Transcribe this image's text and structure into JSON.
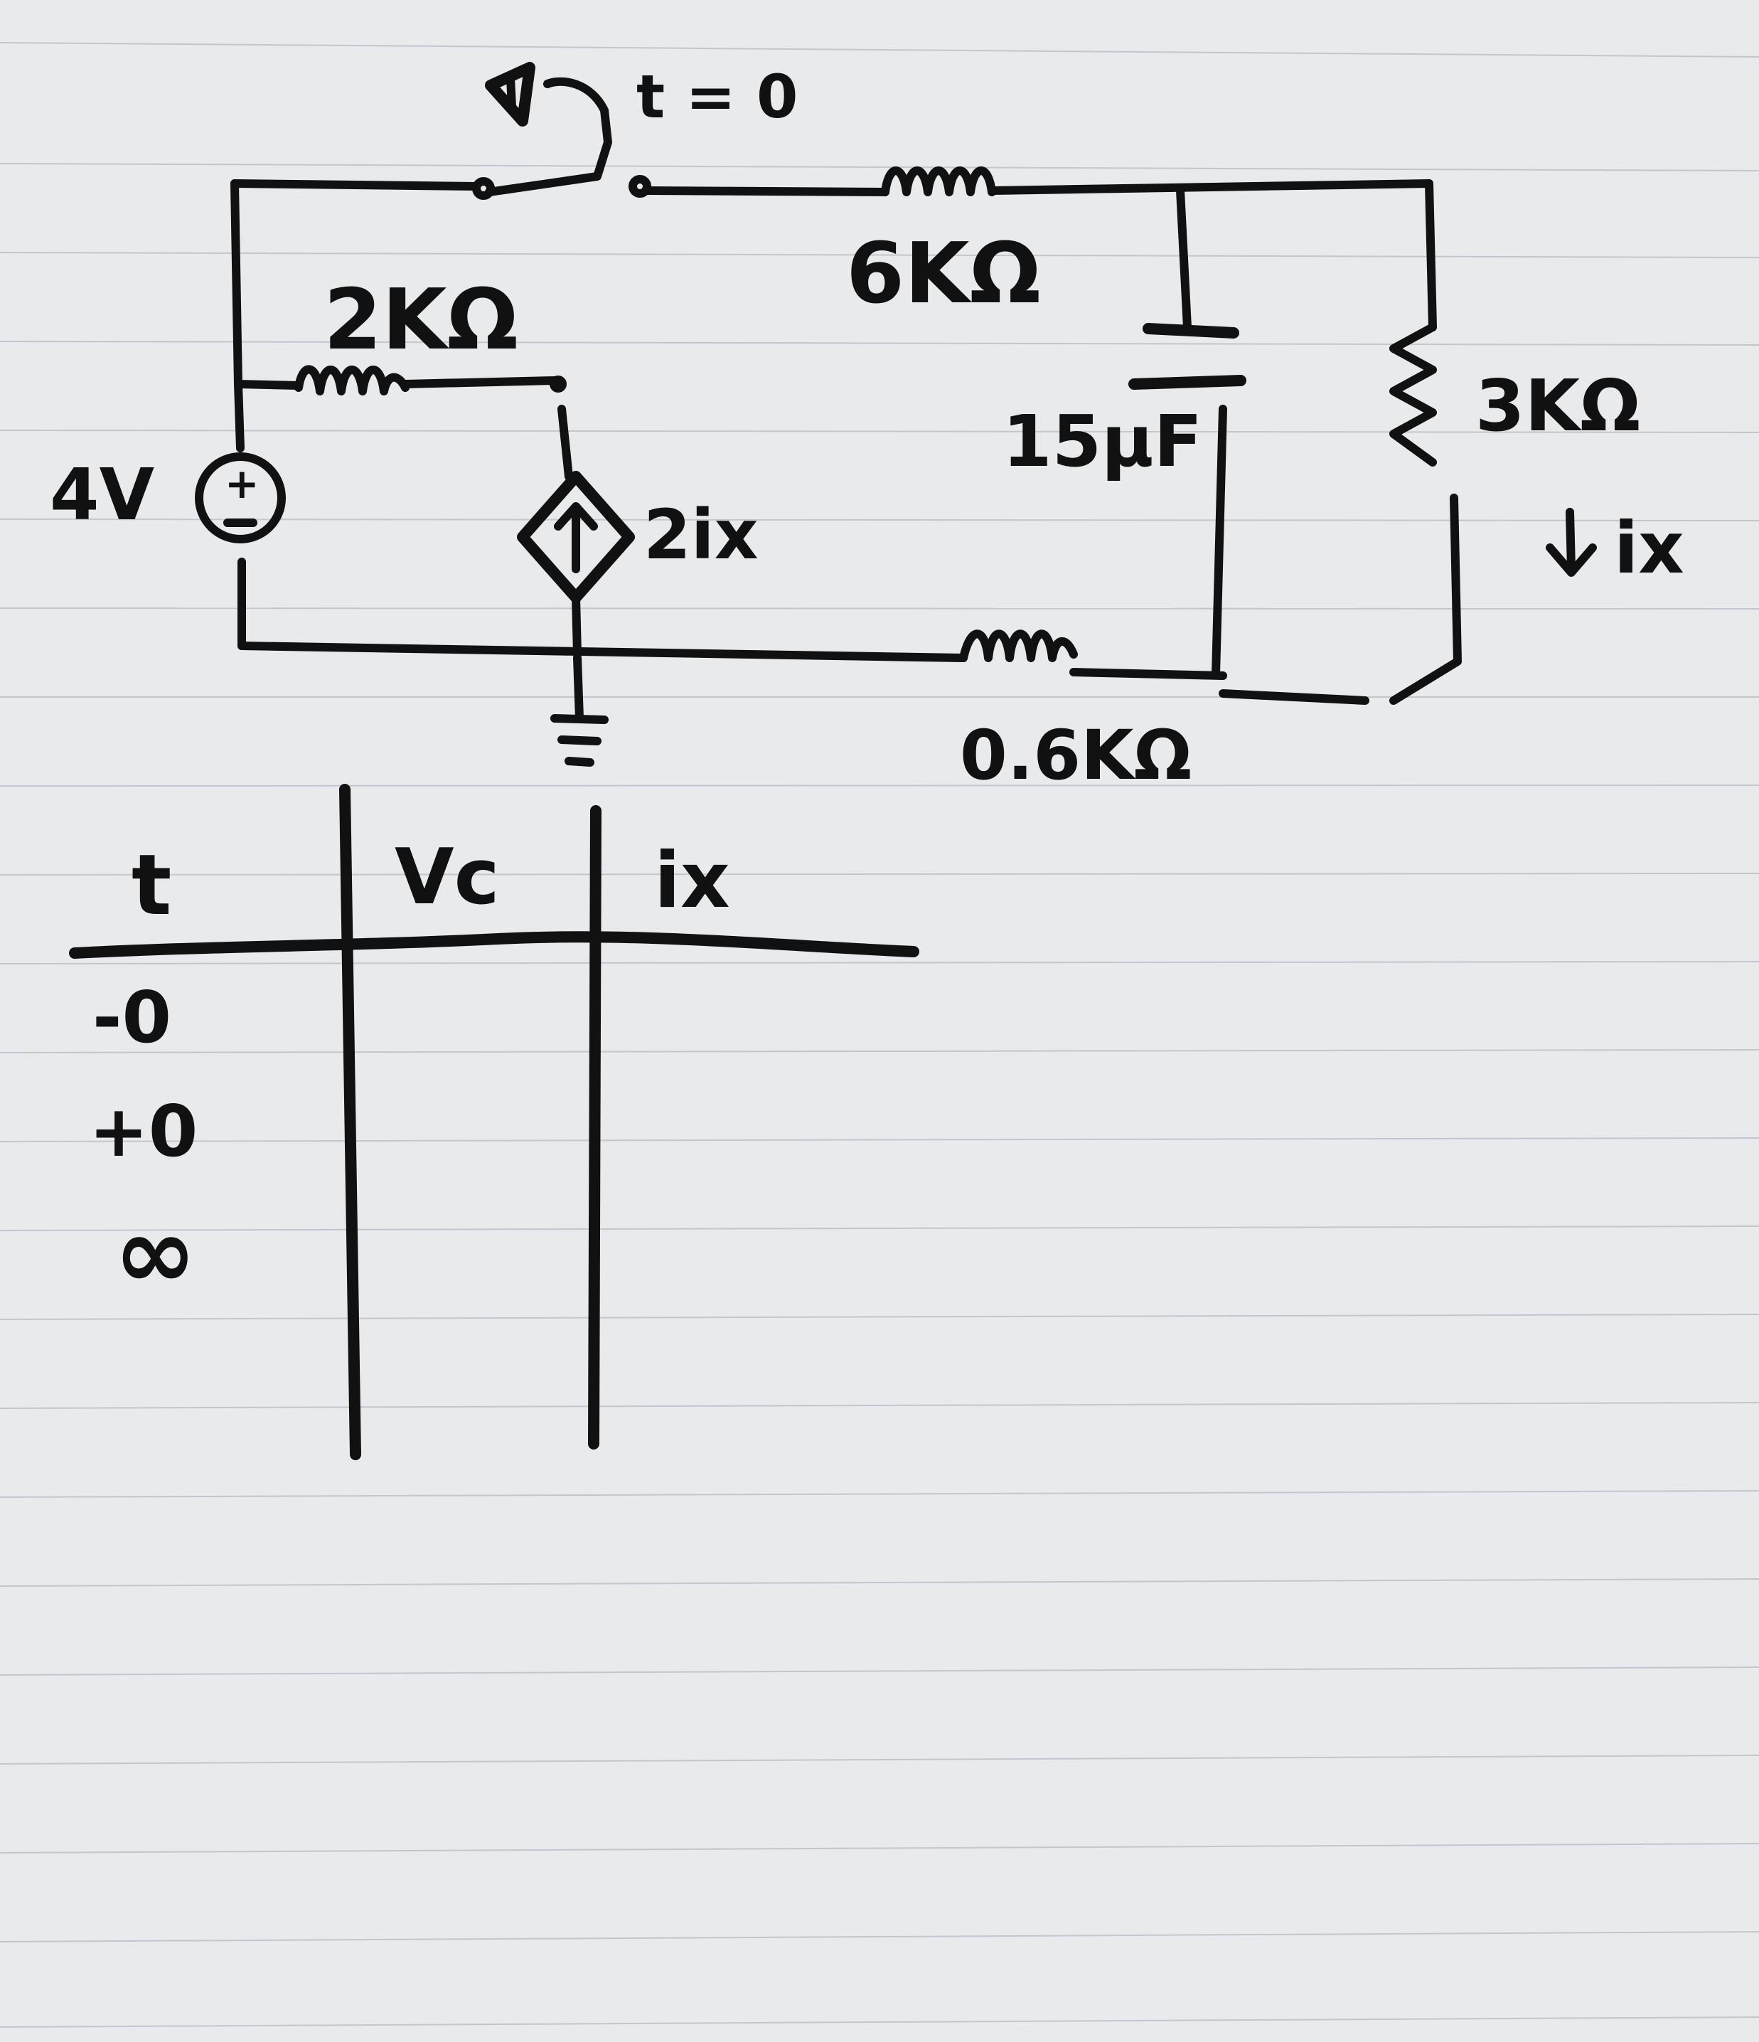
{
  "circuit": {
    "switch_label": "t = 0",
    "source_label": "4V",
    "resistor_2k_label": "2KΩ",
    "resistor_6k_label": "6KΩ",
    "capacitor_label": "15μF",
    "resistor_3k_label": "3KΩ",
    "resistor_06k_label": "0.6KΩ",
    "dependent_source_label": "2ix",
    "current_label": "ix"
  },
  "table": {
    "headers": [
      "t",
      "Vc",
      "ix"
    ],
    "rows": [
      {
        "t": "-0",
        "vc": "",
        "ix": ""
      },
      {
        "t": "+0",
        "vc": "",
        "ix": ""
      },
      {
        "t": "∞",
        "vc": "",
        "ix": ""
      }
    ]
  },
  "colors": {
    "paper": "#e9eaec",
    "ink": "#111111",
    "rule_lines": "#c3c6cc"
  }
}
